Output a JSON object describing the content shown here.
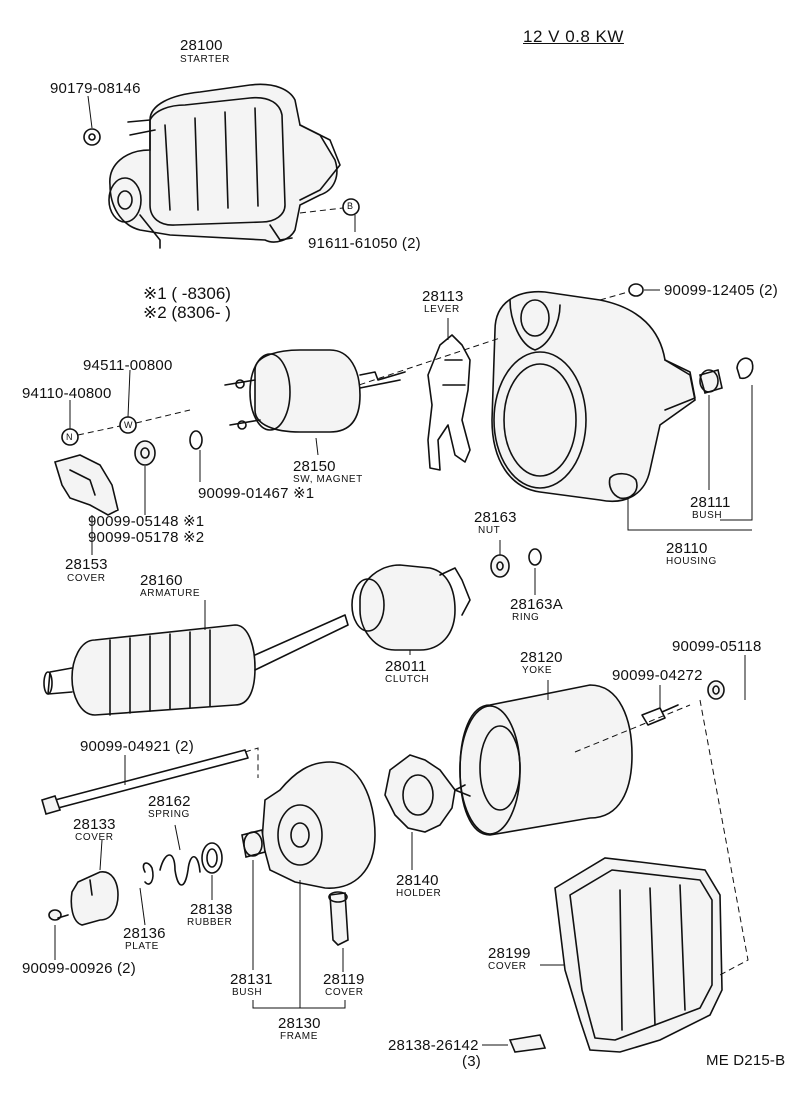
{
  "header": {
    "spec": "12 V  0.8 KW"
  },
  "legend": {
    "row1": "※1 (      -8306)",
    "row2": "※2 (8306-        )"
  },
  "parts": {
    "p28100": {
      "num": "28100",
      "name": "STARTER"
    },
    "p90179": {
      "num": "90179-08146"
    },
    "p91611": {
      "num": "91611-61050 (2)",
      "marker": "B"
    },
    "p90099_12405": {
      "num": "90099-12405 (2)"
    },
    "p28113": {
      "num": "28113",
      "name": "LEVER"
    },
    "p94511": {
      "num": "94511-00800",
      "marker": "W"
    },
    "p94110": {
      "num": "94110-40800",
      "marker": "N"
    },
    "p28150": {
      "num": "28150",
      "name": "SW, MAGNET"
    },
    "p90099_01467": {
      "num": "90099-01467 ※1"
    },
    "p90099_05148": {
      "num": "90099-05148 ※1"
    },
    "p90099_05178": {
      "num": "90099-05178 ※2"
    },
    "p28153": {
      "num": "28153",
      "name": "COVER"
    },
    "p28111": {
      "num": "28111",
      "name": "BUSH"
    },
    "p28110": {
      "num": "28110",
      "name": "HOUSING"
    },
    "p28163": {
      "num": "28163",
      "name": "NUT"
    },
    "p28163A": {
      "num": "28163A",
      "name": "RING"
    },
    "p28160": {
      "num": "28160",
      "name": "ARMATURE"
    },
    "p28011": {
      "num": "28011",
      "name": "CLUTCH"
    },
    "p28120": {
      "num": "28120",
      "name": "YOKE"
    },
    "p90099_05118": {
      "num": "90099-05118"
    },
    "p90099_04272": {
      "num": "90099-04272"
    },
    "p90099_04921": {
      "num": "90099-04921 (2)"
    },
    "p28162": {
      "num": "28162",
      "name": "SPRING"
    },
    "p28133": {
      "num": "28133",
      "name": "COVER"
    },
    "p28140": {
      "num": "28140",
      "name": "HOLDER"
    },
    "p28138": {
      "num": "28138",
      "name": "RUBBER"
    },
    "p28136": {
      "num": "28136",
      "name": "PLATE"
    },
    "p90099_00926": {
      "num": "90099-00926 (2)"
    },
    "p28131": {
      "num": "28131",
      "name": "BUSH"
    },
    "p28119": {
      "num": "28119",
      "name": "COVER"
    },
    "p28130": {
      "num": "28130",
      "name": "FRAME"
    },
    "p28199": {
      "num": "28199",
      "name": "COVER"
    },
    "p28138_26142": {
      "num": "28138-26142",
      "qty": "(3)"
    }
  },
  "footer": {
    "code": "ME   D215-B"
  }
}
